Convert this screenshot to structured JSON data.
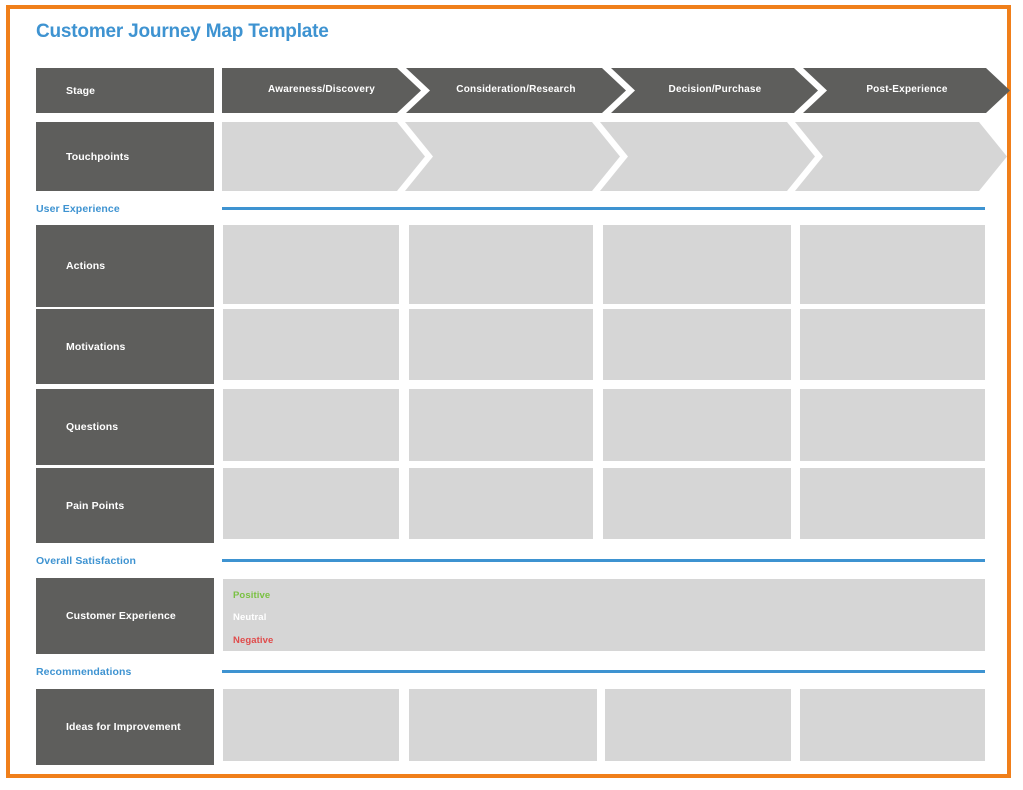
{
  "document": {
    "title": "Customer Journey Map Template",
    "border_color": "#F07F1A",
    "accent_color": "#3E93D1",
    "label_box_color": "#5E5E5C",
    "cell_color": "#D6D6D6"
  },
  "stage_row": {
    "label": "Stage",
    "stages": [
      {
        "label": "Awareness/Discovery"
      },
      {
        "label": "Consideration/Research"
      },
      {
        "label": "Decision/Purchase"
      },
      {
        "label": "Post-Experience"
      }
    ]
  },
  "touchpoints_row": {
    "label": "Touchpoints",
    "cells": [
      "",
      "",
      "",
      ""
    ]
  },
  "sections": [
    {
      "heading": "User Experience",
      "rows": [
        {
          "label": "Actions",
          "cells": [
            "",
            "",
            "",
            ""
          ]
        },
        {
          "label": "Motivations",
          "cells": [
            "",
            "",
            "",
            ""
          ]
        },
        {
          "label": "Questions",
          "cells": [
            "",
            "",
            "",
            ""
          ]
        },
        {
          "label": "Pain Points",
          "cells": [
            "",
            "",
            "",
            ""
          ]
        }
      ]
    },
    {
      "heading": "Overall Satisfaction",
      "rows": [
        {
          "label": "Customer Experience",
          "cells": [
            ""
          ]
        }
      ]
    },
    {
      "heading": "Recommendations",
      "rows": [
        {
          "label": "Ideas for Improvement",
          "cells": [
            "",
            "",
            "",
            ""
          ]
        }
      ]
    }
  ],
  "satisfaction_legend": [
    {
      "label": "Positive",
      "color": "#7AC143"
    },
    {
      "label": "Neutral",
      "color": "#FFFFFF"
    },
    {
      "label": "Negative",
      "color": "#E04B4B"
    }
  ]
}
